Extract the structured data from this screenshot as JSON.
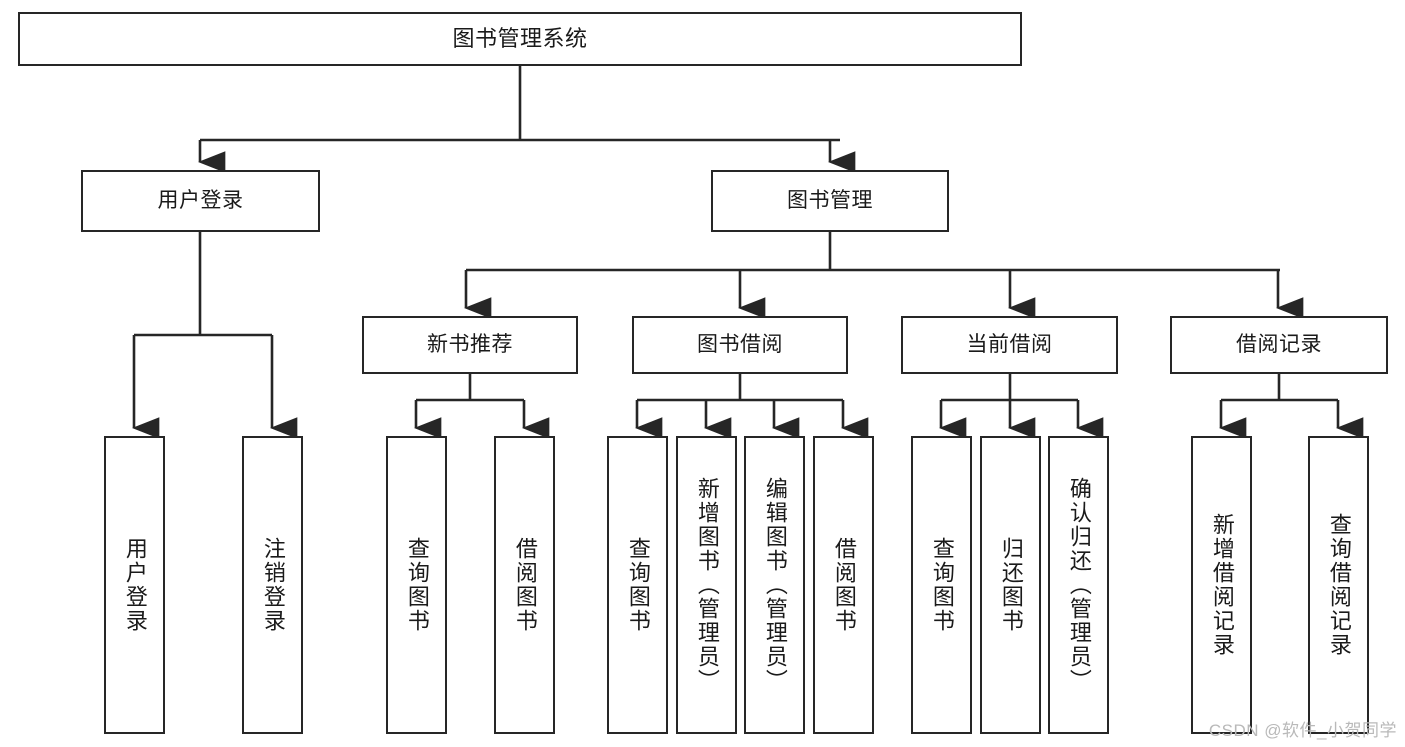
{
  "diagram": {
    "title": "图书管理系统",
    "type": "tree-hierarchy",
    "colors": {
      "box_border": "#262626",
      "box_fill": "#ffffff",
      "connector": "#262626",
      "text": "#1a1a1a",
      "watermark": "#b9b9b9",
      "background": "#ffffff"
    },
    "root": {
      "label": "图书管理系统"
    },
    "level2": [
      {
        "label": "用户登录"
      },
      {
        "label": "图书管理"
      }
    ],
    "level3": [
      {
        "label": "新书推荐"
      },
      {
        "label": "图书借阅"
      },
      {
        "label": "当前借阅"
      },
      {
        "label": "借阅记录"
      }
    ],
    "leaves": {
      "user_login": [
        {
          "label": "用户登录"
        },
        {
          "label": "注销登录"
        }
      ],
      "new_book": [
        {
          "label": "查询图书"
        },
        {
          "label": "借阅图书"
        }
      ],
      "book_borrow": [
        {
          "label": "查询图书"
        },
        {
          "label": "新增图书（管理员）"
        },
        {
          "label": "编辑图书（管理员）"
        },
        {
          "label": "借阅图书"
        }
      ],
      "current_borrow": [
        {
          "label": "查询图书"
        },
        {
          "label": "归还图书"
        },
        {
          "label": "确认归还（管理员）"
        }
      ],
      "borrow_record": [
        {
          "label": "新增借阅记录"
        },
        {
          "label": "查询借阅记录"
        }
      ]
    }
  },
  "watermark": {
    "text": "CSDN @软件_小贺同学"
  }
}
